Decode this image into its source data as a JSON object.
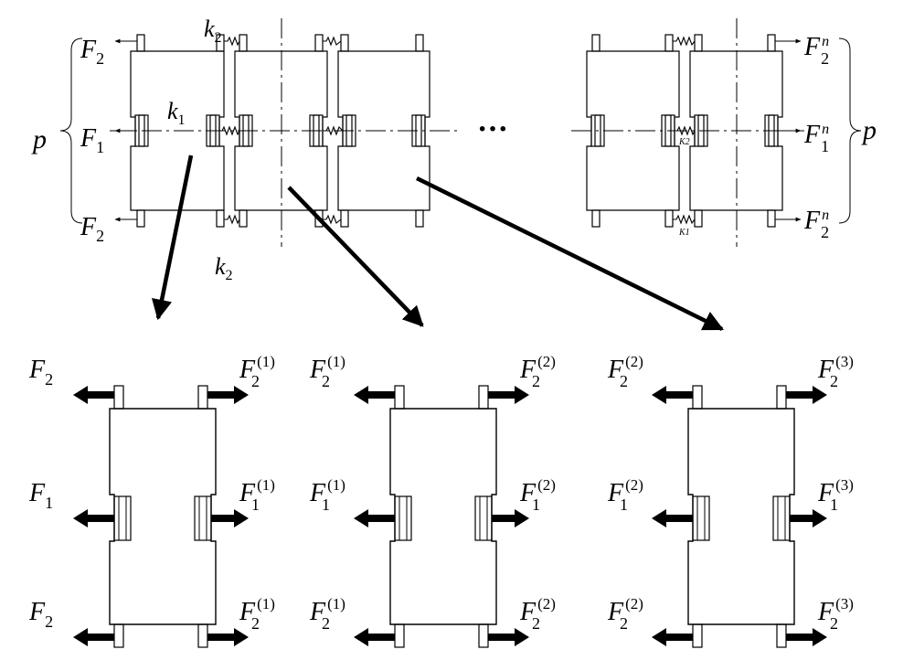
{
  "top_diagram": {
    "left_brace_label": "p",
    "right_brace_label": "p",
    "ellipsis": "···",
    "left_forces": [
      {
        "base": "F",
        "sub": "2"
      },
      {
        "base": "F",
        "sub": "1"
      },
      {
        "base": "F",
        "sub": "2"
      }
    ],
    "right_forces": [
      {
        "base": "F",
        "sub": "2",
        "sup": "n"
      },
      {
        "base": "F",
        "sub": "1",
        "sup": "n"
      },
      {
        "base": "F",
        "sub": "2",
        "sup": "n"
      }
    ],
    "spring_labels": {
      "k2_top": {
        "base": "k",
        "sub": "2"
      },
      "k1_middle": {
        "base": "k",
        "sub": "1"
      },
      "k2_outside": {
        "base": "k",
        "sub": "2"
      },
      "k2_small": "K2",
      "k1_small": "K1"
    }
  },
  "sub_diagrams": [
    {
      "left_forces": [
        {
          "base": "F",
          "sub": "2",
          "sup": ""
        },
        {
          "base": "F",
          "sub": "1",
          "sup": ""
        },
        {
          "base": "F",
          "sub": "2",
          "sup": ""
        }
      ],
      "right_forces": [
        {
          "base": "F",
          "sub": "2",
          "sup": "(1)"
        },
        {
          "base": "F",
          "sub": "1",
          "sup": "(1)"
        },
        {
          "base": "F",
          "sub": "2",
          "sup": "(1)"
        }
      ]
    },
    {
      "left_forces": [
        {
          "base": "F",
          "sub": "2",
          "sup": "(1)"
        },
        {
          "base": "F",
          "sub": "1",
          "sup": "(1)"
        },
        {
          "base": "F",
          "sub": "2",
          "sup": "(1)"
        }
      ],
      "right_forces": [
        {
          "base": "F",
          "sub": "2",
          "sup": "(2)"
        },
        {
          "base": "F",
          "sub": "1",
          "sup": "(2)"
        },
        {
          "base": "F",
          "sub": "2",
          "sup": "(2)"
        }
      ]
    },
    {
      "left_forces": [
        {
          "base": "F",
          "sub": "2",
          "sup": "(2)"
        },
        {
          "base": "F",
          "sub": "1",
          "sup": "(2)"
        },
        {
          "base": "F",
          "sub": "2",
          "sup": "(2)"
        }
      ],
      "right_forces": [
        {
          "base": "F",
          "sub": "2",
          "sup": "(3)"
        },
        {
          "base": "F",
          "sub": "1",
          "sup": "(3)"
        },
        {
          "base": "F",
          "sub": "2",
          "sup": "(3)"
        }
      ]
    }
  ]
}
